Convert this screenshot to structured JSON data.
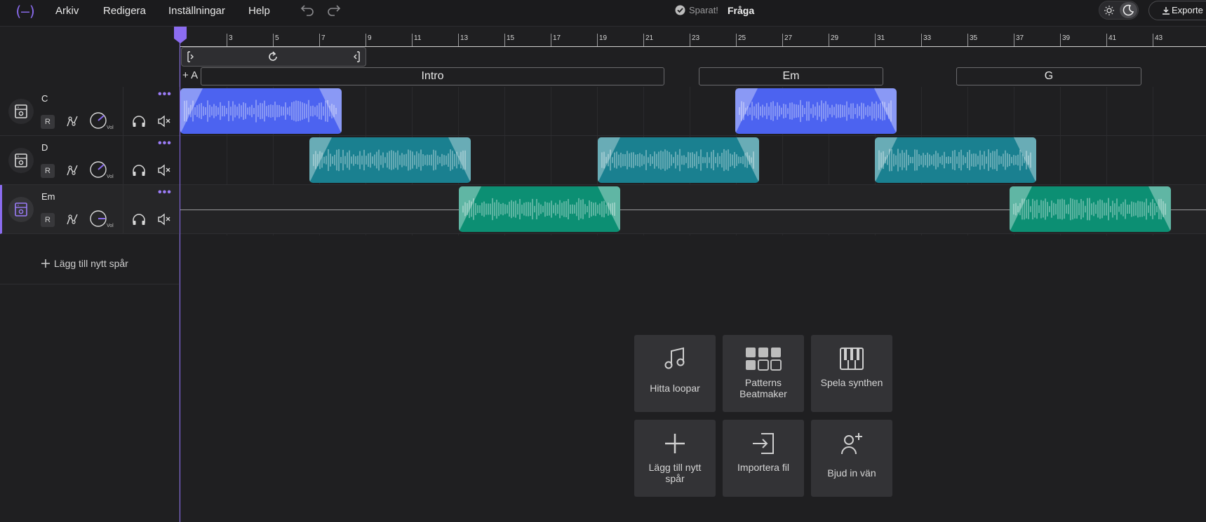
{
  "app": {
    "logo_text": "(—)",
    "menu": [
      "Arkiv",
      "Redigera",
      "Inställningar",
      "Help"
    ],
    "saved_label": "Sparat!",
    "project_title": "Fråga",
    "export_label": "Exporte"
  },
  "ruler": {
    "labels": [
      "3",
      "5",
      "7",
      "9",
      "11",
      "13",
      "15",
      "17",
      "19",
      "21",
      "23",
      "25",
      "27",
      "29",
      "31",
      "33",
      "35",
      "37",
      "39",
      "41",
      "43"
    ]
  },
  "sections": {
    "add_label": "+ A",
    "items": [
      "Intro",
      "Em",
      "G"
    ]
  },
  "tracks": [
    {
      "name": "C",
      "rec_label": "R",
      "vol_label": "Vol",
      "selected": false
    },
    {
      "name": "D",
      "rec_label": "R",
      "vol_label": "Vol",
      "selected": false
    },
    {
      "name": "Em",
      "rec_label": "R",
      "vol_label": "Vol",
      "selected": true
    }
  ],
  "add_track_label": "Lägg till nytt spår",
  "clip_colors": {
    "C": "#4c63f0",
    "D": "#1a8090",
    "Em": "#0c8f73"
  },
  "cards": [
    {
      "label": "Hitta loopar",
      "icon": "music-note-icon"
    },
    {
      "label": "Patterns Beatmaker",
      "icon": "pattern-grid-icon"
    },
    {
      "label": "Spela synthen",
      "icon": "piano-keys-icon"
    },
    {
      "label": "Lägg till nytt spår",
      "icon": "plus-icon"
    },
    {
      "label": "Importera fil",
      "icon": "import-icon"
    },
    {
      "label": "Bjud in vän",
      "icon": "invite-user-icon"
    }
  ]
}
